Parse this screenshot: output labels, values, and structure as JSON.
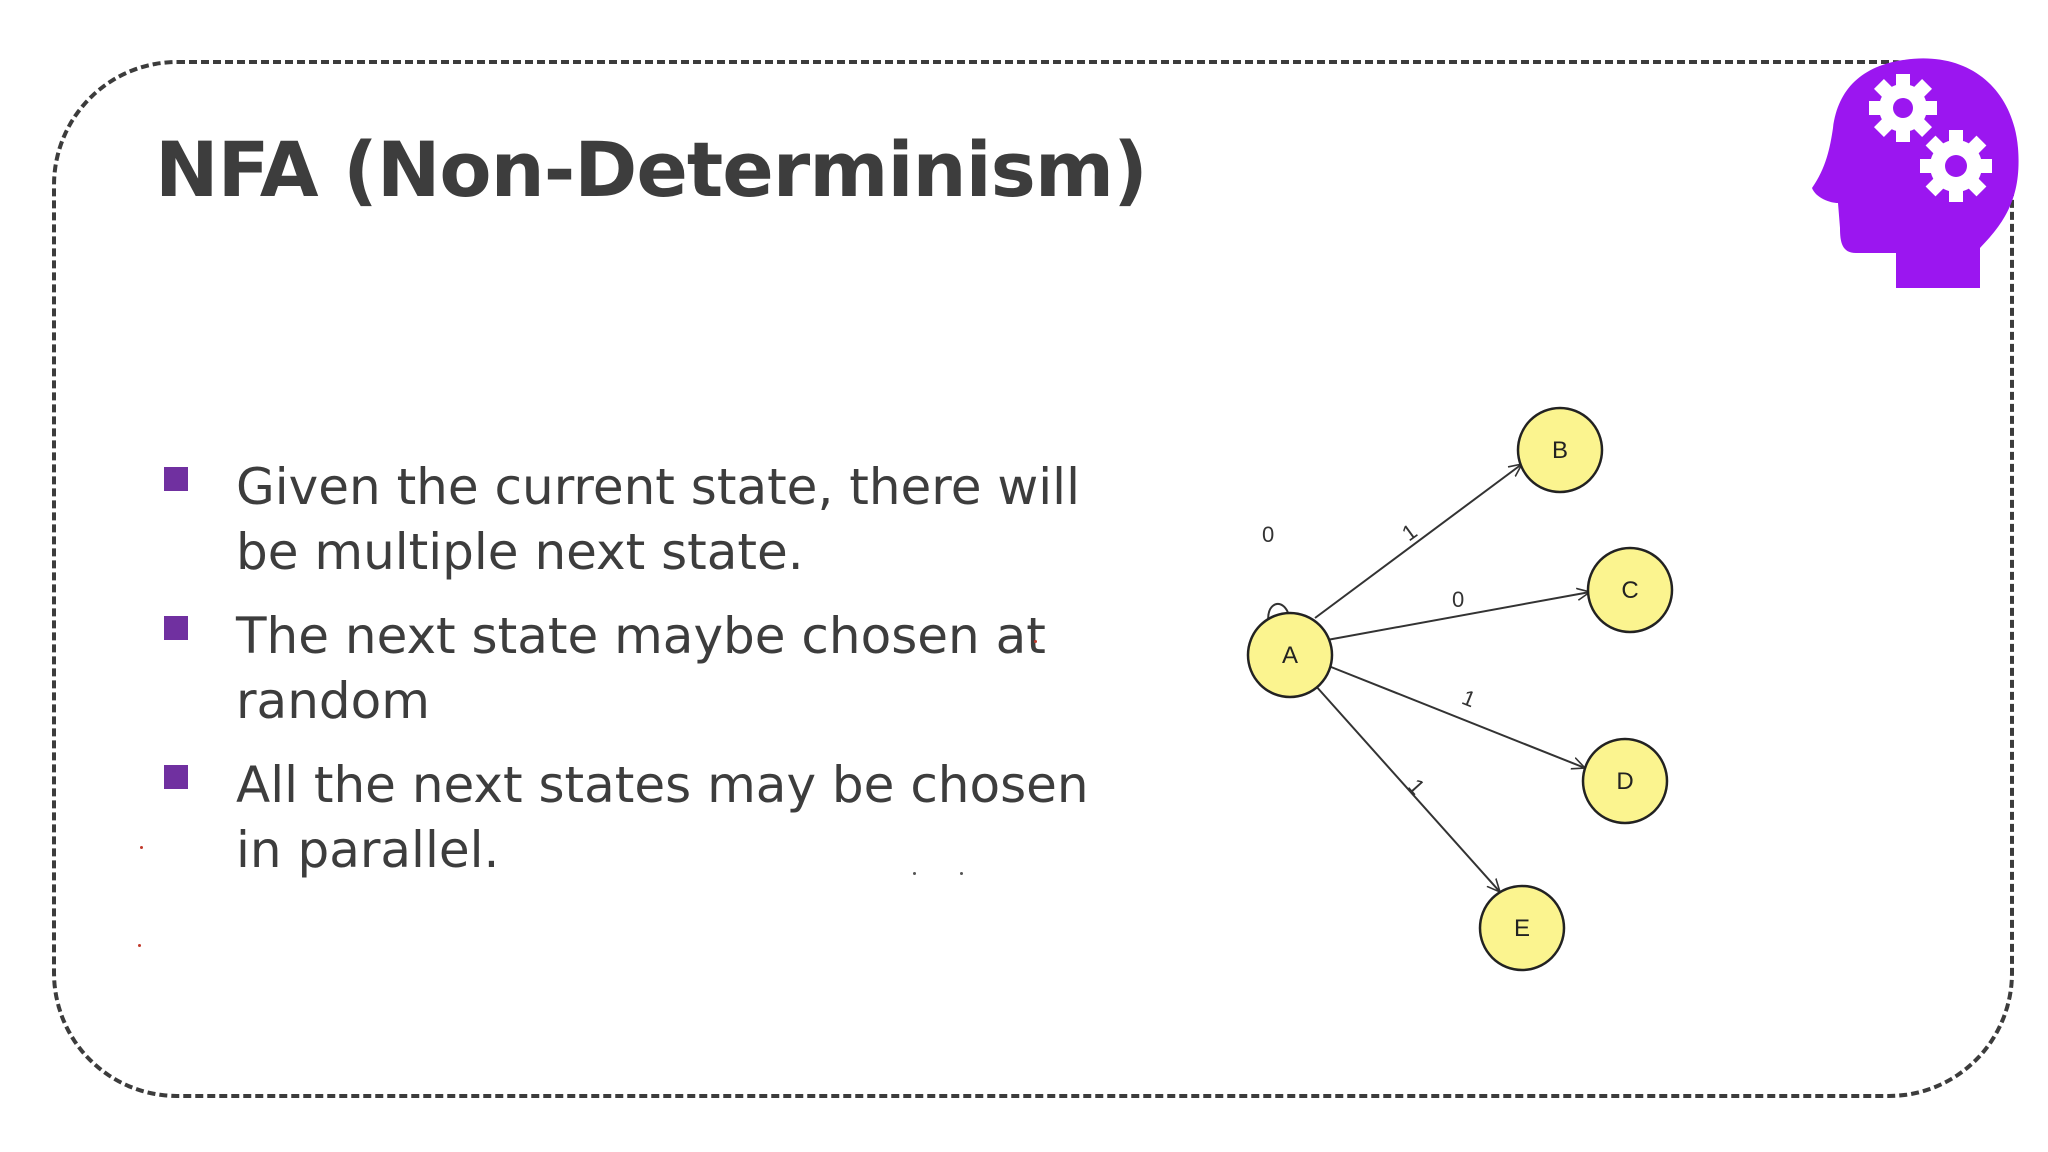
{
  "slide": {
    "title": "NFA (Non-Determinism)",
    "accent_color": "#7030a0",
    "icon_color": "#9b16f0",
    "bullets": [
      {
        "line1": "Given the current state, there will",
        "line2": "be multiple next state."
      },
      {
        "line1": "The next state maybe chosen at",
        "line2": "random"
      },
      {
        "line1": "All the next states may be chosen",
        "line2": "in parallel."
      }
    ],
    "icon": "head-with-gears-icon"
  },
  "diagram": {
    "node_fill": "#fbf48f",
    "nodes": [
      {
        "id": "A",
        "label": "A"
      },
      {
        "id": "B",
        "label": "B"
      },
      {
        "id": "C",
        "label": "C"
      },
      {
        "id": "D",
        "label": "D"
      },
      {
        "id": "E",
        "label": "E"
      }
    ],
    "edges": [
      {
        "from": "A",
        "to": "A",
        "label": "0"
      },
      {
        "from": "A",
        "to": "B",
        "label": "1"
      },
      {
        "from": "A",
        "to": "C",
        "label": "0"
      },
      {
        "from": "A",
        "to": "D",
        "label": "1"
      },
      {
        "from": "A",
        "to": "E",
        "label": "1"
      }
    ]
  }
}
